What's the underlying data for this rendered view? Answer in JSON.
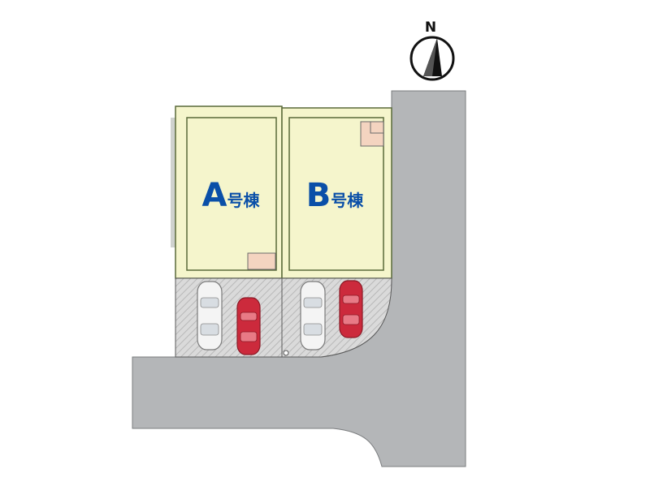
{
  "compass": {
    "north_label": "N",
    "icon": "north-arrow-icon"
  },
  "lots": [
    {
      "id": "A",
      "letter": "A",
      "suffix": "号棟"
    },
    {
      "id": "B",
      "letter": "B",
      "suffix": "号棟"
    }
  ],
  "colors": {
    "road": "#b4b6b8",
    "road_edge": "#7a7c7e",
    "lot_fill": "#f5f5cc",
    "lot_border": "#5a6a3a",
    "label_blue": "#0a4fa8",
    "parking_fill": "#dcdcdc",
    "car_white": "#f4f4f4",
    "car_red": "#cc2a3c",
    "wall_tan": "#f4d4c0"
  }
}
